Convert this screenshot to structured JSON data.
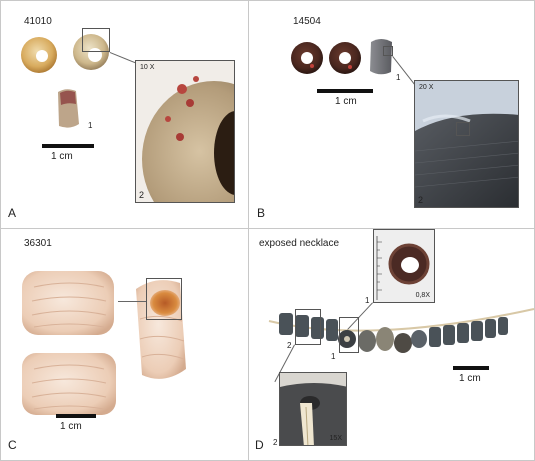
{
  "panels": {
    "A": {
      "letter": "A",
      "sample": "41010",
      "inset_mag": "10 X",
      "label_1": "1",
      "label_2": "2",
      "scale": "1 cm"
    },
    "B": {
      "letter": "B",
      "sample": "14504",
      "inset_mag": "20 X",
      "label_1": "1",
      "label_2": "2",
      "scale": "1 cm"
    },
    "C": {
      "letter": "C",
      "sample": "36301",
      "scale": "1 cm"
    },
    "D": {
      "letter": "D",
      "sample": "exposed necklace",
      "inset1_mag": "0,8X",
      "inset2_mag": "15X",
      "label_1a": "1",
      "label_1b": "1",
      "label_2a": "2",
      "label_2b": "2",
      "scale": "1 cm"
    }
  },
  "colors": {
    "border": "#c8c8c8",
    "frame": "#555555",
    "scale_bar": "#111111"
  }
}
